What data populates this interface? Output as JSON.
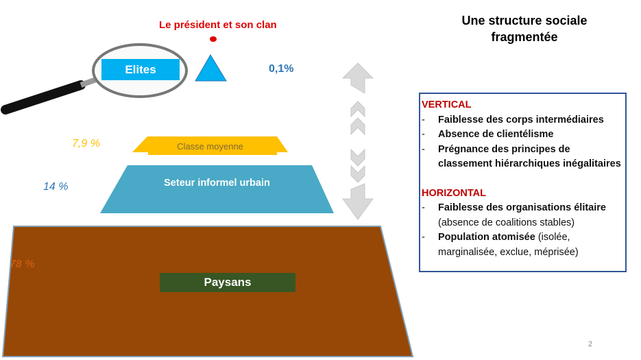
{
  "title_line1": "Une structure sociale",
  "title_line2": "fragmentée",
  "president_label": "Le président et son clan",
  "levels": {
    "elites": {
      "label": "Elites",
      "pct": "0,1%"
    },
    "classe_moyenne": {
      "label": "Classe moyenne",
      "pct": "7,9 %"
    },
    "informel": {
      "label": "Seteur informel urbain",
      "pct": "14 %"
    },
    "paysans": {
      "label": "Paysans",
      "pct": "78 %"
    }
  },
  "box": {
    "vertical_header": "VERTICAL",
    "vertical_items": [
      "Faiblesse des corps intermédiaires",
      "Absence de clientélisme",
      "Prégnance des principes de classement hiérarchiques  inégalitaires"
    ],
    "horizontal_header": "HORIZONTAL",
    "horizontal_items": [
      {
        "bold": "Faiblesse des organisations élitaire",
        "rest": " (absence de coalitions stables)"
      },
      {
        "bold": "Population atomisée",
        "rest": " (isolée, marginalisée, exclue, méprisée)"
      }
    ],
    "dash": "-"
  },
  "page_number": "2",
  "colors": {
    "elites": "#00b0f0",
    "classe": "#ffc000",
    "informel": "#4aa9c6",
    "paysans": "#974806",
    "paysans_label": "#375623",
    "red": "#e00000",
    "blue_pct": "#2e75b6",
    "orange_pct": "#c55a11"
  }
}
